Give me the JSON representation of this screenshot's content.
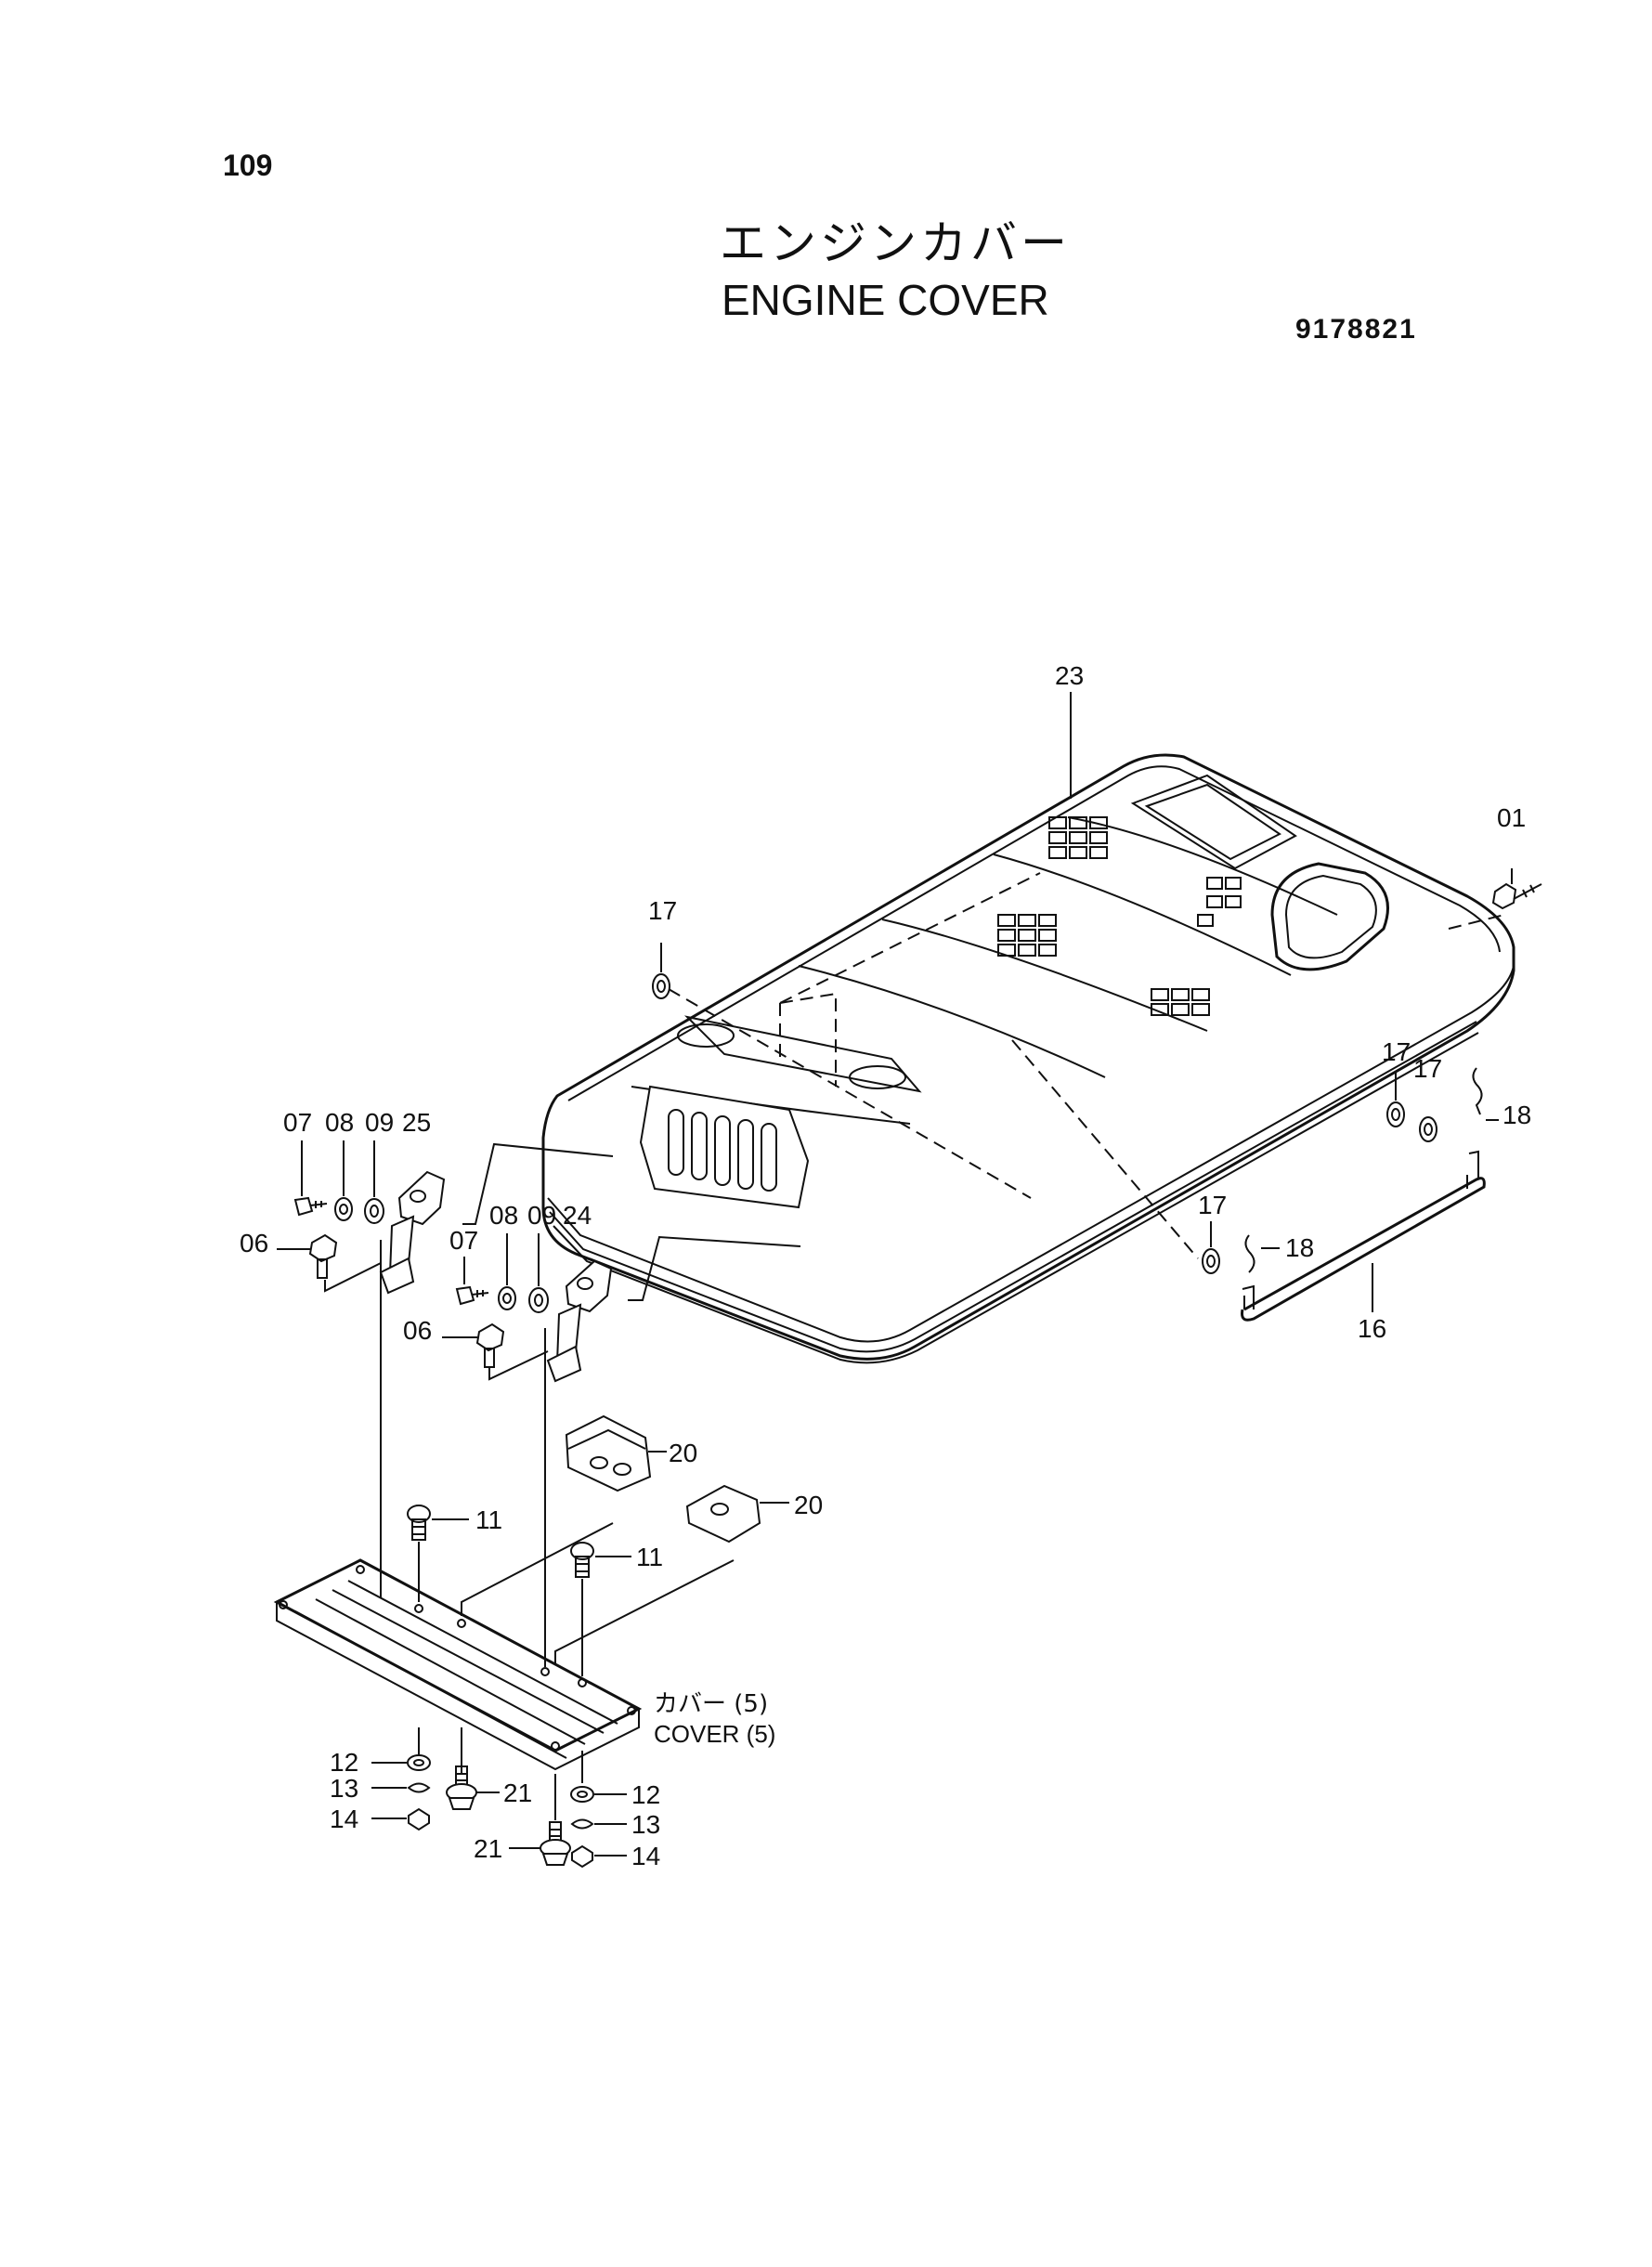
{
  "header": {
    "page_number": "109",
    "title_jp": "エンジンカバー",
    "title_en": "ENGINE COVER",
    "drawing_number": "9178821"
  },
  "callouts": {
    "c01": "01",
    "c06a": "06",
    "c06b": "06",
    "c07a": "07",
    "c07b": "07",
    "c08a": "08",
    "c08b": "08",
    "c09a": "09",
    "c09b": "09",
    "c11a": "11",
    "c11b": "11",
    "c12a": "12",
    "c12b": "12",
    "c13a": "13",
    "c13b": "13",
    "c14a": "14",
    "c14b": "14",
    "c16": "16",
    "c17a": "17",
    "c17b": "17",
    "c17c": "17",
    "c17d": "17",
    "c18a": "18",
    "c18b": "18",
    "c20a": "20",
    "c20b": "20",
    "c21a": "21",
    "c21b": "21",
    "c23": "23",
    "c24": "24",
    "c25": "25"
  },
  "cover_note": {
    "jp": "カバー (5)",
    "en": "COVER (5)"
  }
}
